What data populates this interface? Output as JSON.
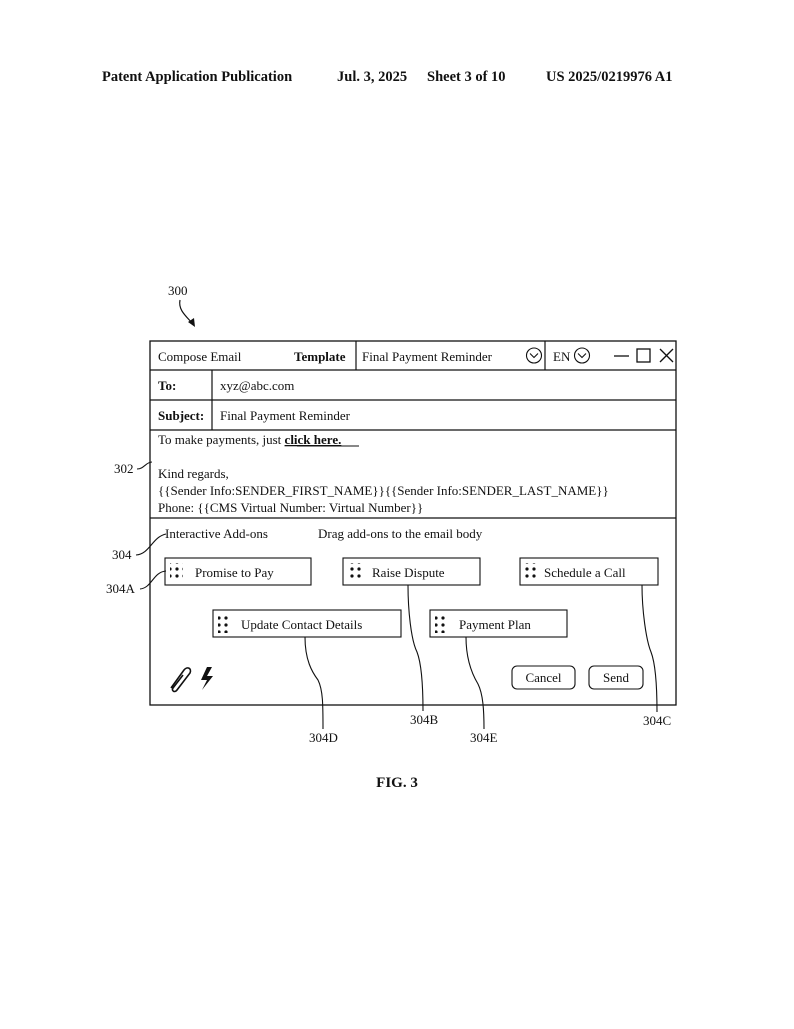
{
  "header": {
    "publication": "Patent Application Publication",
    "date": "Jul. 3, 2025",
    "sheet": "Sheet 3 of 10",
    "number": "US 2025/0219976 A1"
  },
  "figure": {
    "caption": "FIG. 3",
    "refs": {
      "r300": "300",
      "r302": "302",
      "r304": "304",
      "r304a": "304A",
      "r304b": "304B",
      "r304c": "304C",
      "r304d": "304D",
      "r304e": "304E"
    }
  },
  "window": {
    "title": "Compose Email",
    "template_label": "Template",
    "template_value": "Final Payment Reminder",
    "language": "EN",
    "to_label": "To:",
    "to_value": "xyz@abc.com",
    "subject_label": "Subject:",
    "subject_value": "Final Payment Reminder",
    "body": {
      "line1_prefix": "To make payments, just ",
      "line1_link": "click here.",
      "regards": "Kind regards,",
      "sender": "{{Sender Info:SENDER_FIRST_NAME}}{{Sender Info:SENDER_LAST_NAME}}",
      "phone": "Phone: {{CMS Virtual Number: Virtual Number}}"
    },
    "addons": {
      "title": "Interactive Add-ons",
      "hint": "Drag add-ons to the email body",
      "items": [
        "Promise to Pay",
        "Raise Dispute",
        "Schedule a Call",
        "Update Contact Details",
        "Payment Plan"
      ]
    },
    "cancel_label": "Cancel",
    "send_label": "Send"
  }
}
